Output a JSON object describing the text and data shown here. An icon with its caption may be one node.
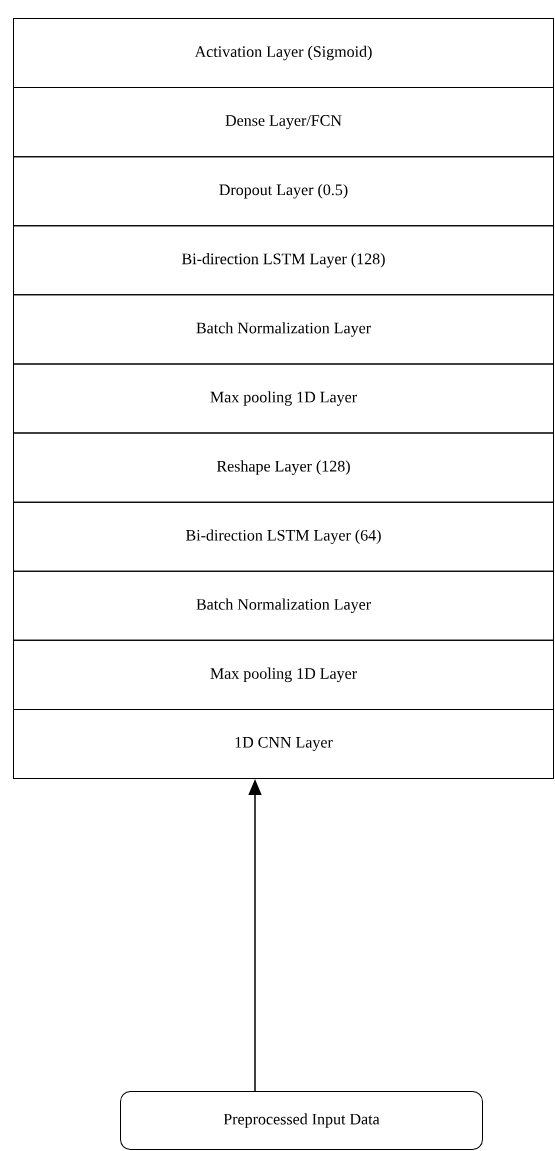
{
  "diagram": {
    "nodes": [
      {
        "text": [
          "Activation Layer (Sigmoid)"
        ]
      },
      {
        "text": [
          "Dense Layer/FCN"
        ]
      },
      {
        "text": [
          "Dropout Layer (0.5)"
        ]
      },
      {
        "text": [
          "Bi-direction LSTM Layer (128)"
        ]
      },
      {
        "text": [
          "Batch Normalization Layer"
        ]
      },
      {
        "text": [
          "Max pooling 1D Layer"
        ]
      },
      {
        "text": [
          "Reshape Layer (128)"
        ]
      },
      {
        "text": [
          "Bi-direction LSTM Layer (64)"
        ]
      },
      {
        "text": [
          "Batch Normalization Layer"
        ]
      },
      {
        "text": [
          "Max pooling 1D Layer"
        ]
      },
      {
        "text": [
          "1D CNN Layer"
        ]
      },
      {
        "text": [
          "Preprocessed Input Data"
        ]
      }
    ],
    "edges": [
      {
        "from": 11,
        "to": 10,
        "arrow": "to"
      }
    ]
  }
}
